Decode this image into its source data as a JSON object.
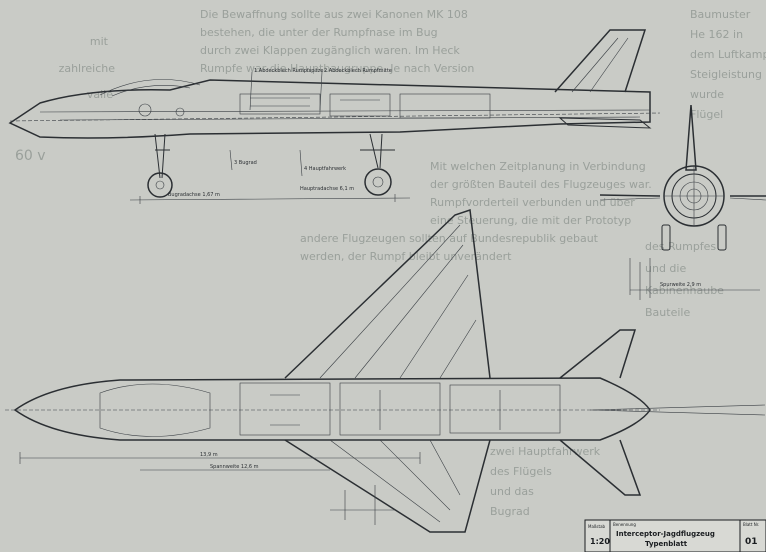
{
  "page_text": {
    "left_column": [
      "mit",
      "zahlreiche",
      "vaile"
    ],
    "left_ghost_number": "60 v",
    "paragraph_lines": [
      "Die Bewaffnung sollte aus zwei Kanonen MK 108",
      "bestehen, die unter der Rumpfnase im Bug",
      "durch zwei Klappen zugänglich waren. Im Heck",
      "Rumpfe war die Hauptbaugruppe. Je nach Version",
      "Mit welchen Zeitplanung in Verbindung",
      "der größten Bauteil des Flugzeuges war.",
      "Rumpfvorderteil verbunden und über",
      "eine Steuerung, die mit der Prototyp",
      "andere Flugzeugen sollten auf Bundesrepublik gebaut",
      "werden, der Rumpf bleibt unverändert"
    ],
    "right_column": [
      "Baumuster",
      "He 162 in",
      "dem Luftkampf",
      "Steigleistung",
      "wurde",
      "Flügel"
    ],
    "right_lower_lines": [
      "des Rumpfes",
      "und die",
      "Kabinenhaube",
      "Bauteile"
    ],
    "bottom_right_lines": [
      "zwei Hauptfahrwerk",
      "des Flügels",
      "und das",
      "Bugrad"
    ]
  },
  "drawing": {
    "annotations": {
      "callout_1": "1 Abdeckblech Rumpfspitze",
      "callout_2": "2 Abdeckblech Rumpfmitte",
      "callout_3": "3 Bugrad",
      "callout_4": "4 Hauptfahrwerk",
      "dim_front": "Bugradachse 1,67 m",
      "dim_main": "Hauptradachse 6,1 m",
      "dim_length": "13,9 m",
      "dim_span_half": "Spannweite 12,6 m",
      "dim_wheel": "Spurweite 2,9 m"
    }
  },
  "title_block": {
    "scale_label": "Maßstab",
    "scale": "1:20",
    "type_label": "Benennung",
    "type_line1": "Interceptor-Jagdflugzeug",
    "type_line2": "Typenblatt",
    "sheet_label": "Blatt Nr.",
    "sheet_no": "01"
  }
}
